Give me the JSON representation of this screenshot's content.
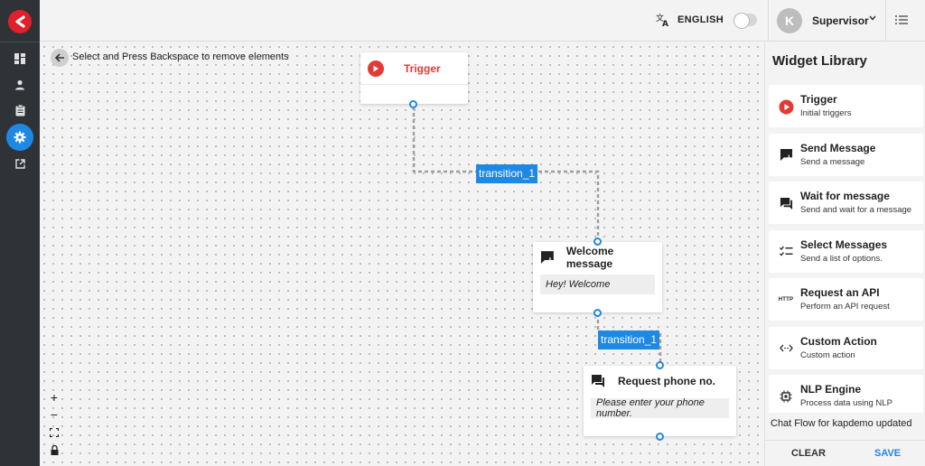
{
  "topbar": {
    "language": "ENGLISH",
    "user_initial": "K",
    "user_name": "Supervisor"
  },
  "canvas": {
    "hint": "Select and Press Backspace to remove elements",
    "nodes": {
      "trigger": {
        "title": "Trigger"
      },
      "welcome": {
        "title": "Welcome message",
        "body": "Hey! Welcome"
      },
      "phone": {
        "title": "Request phone no.",
        "body": "Please enter your phone number."
      }
    },
    "transitions": [
      "transition_1",
      "transition_1"
    ],
    "zoom_controls": {
      "zoom_in": "+",
      "zoom_out": "−"
    }
  },
  "panel": {
    "title": "Widget Library",
    "items": [
      {
        "name": "Trigger",
        "desc": "Initial triggers",
        "icon": "trigger-icon"
      },
      {
        "name": "Send Message",
        "desc": "Send a message",
        "icon": "send-message-icon"
      },
      {
        "name": "Wait for message",
        "desc": "Send and wait for a message",
        "icon": "wait-message-icon"
      },
      {
        "name": "Select Messages",
        "desc": "Send a list of options.",
        "icon": "checklist-icon"
      },
      {
        "name": "Request an API",
        "desc": "Perform an API request",
        "icon": "http-icon",
        "icon_text": "HTTP"
      },
      {
        "name": "Custom Action",
        "desc": "Custom action",
        "icon": "code-icon"
      },
      {
        "name": "NLP Engine",
        "desc": "Process data using NLP",
        "icon": "chip-icon"
      }
    ],
    "toast": "Chat Flow for kapdemo updated",
    "clear_label": "CLEAR",
    "save_label": "SAVE"
  },
  "colors": {
    "accent": "#1e88e5",
    "brand_red": "#e53935",
    "sidebar": "#2f3337"
  }
}
